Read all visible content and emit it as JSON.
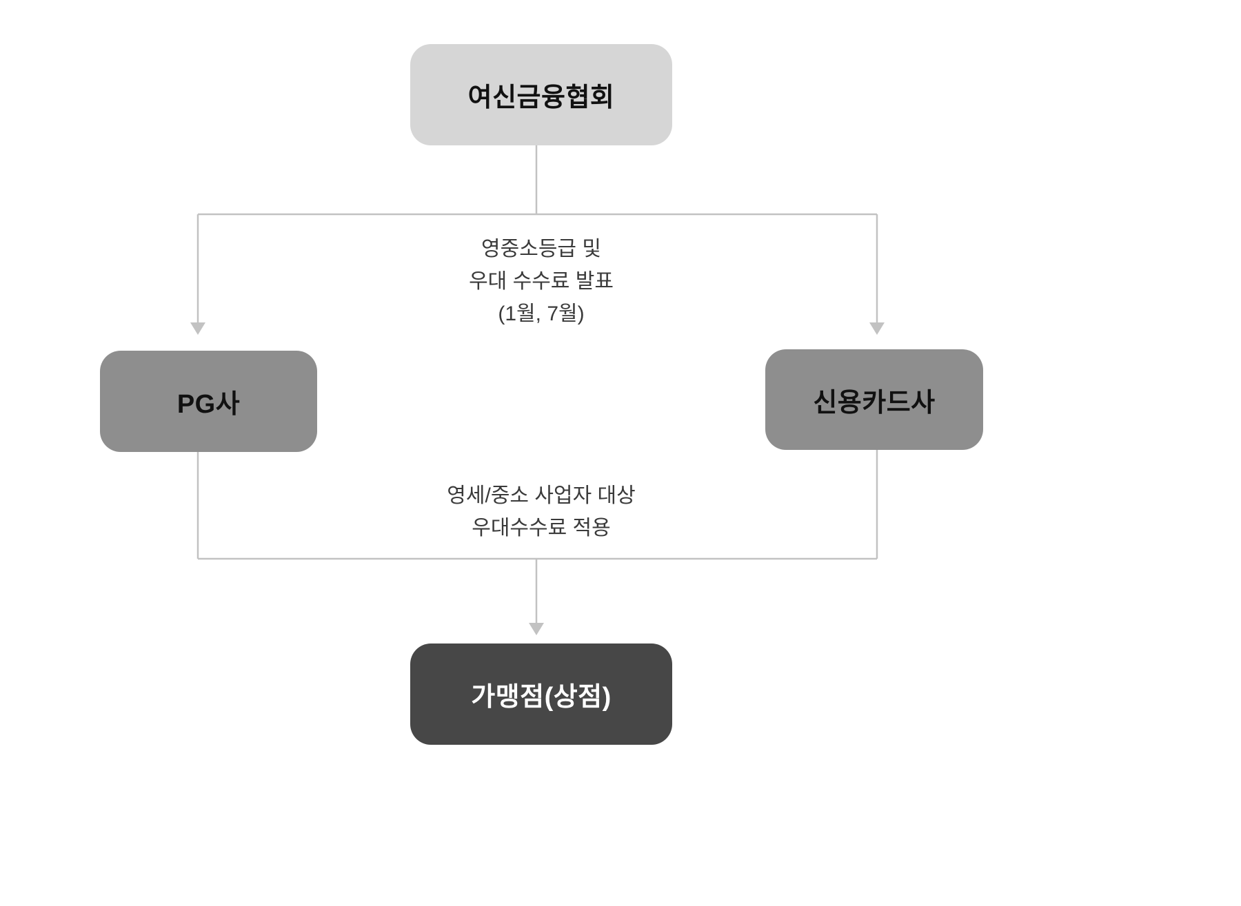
{
  "diagram": {
    "title": "",
    "nodes": {
      "top": {
        "label": "여신금융협회"
      },
      "left": {
        "label": "PG사"
      },
      "right": {
        "label": "신용카드사"
      },
      "bottom": {
        "label": "가맹점(상점)"
      }
    },
    "annotations": {
      "upper": {
        "line1": "영중소등급 및",
        "line2": "우대 수수료 발표",
        "line3": "(1월, 7월)"
      },
      "lower": {
        "line1": "영세/중소 사업자 대상",
        "line2": "우대수수료 적용"
      }
    },
    "colors": {
      "top_box": "#d6d6d6",
      "mid_box": "#8e8e8e",
      "bottom_box": "#474747",
      "line_color": "#c2c2c2",
      "text_dark": "#111111",
      "text_light": "#ffffff",
      "annotation_text": "#3a3a3a"
    }
  }
}
